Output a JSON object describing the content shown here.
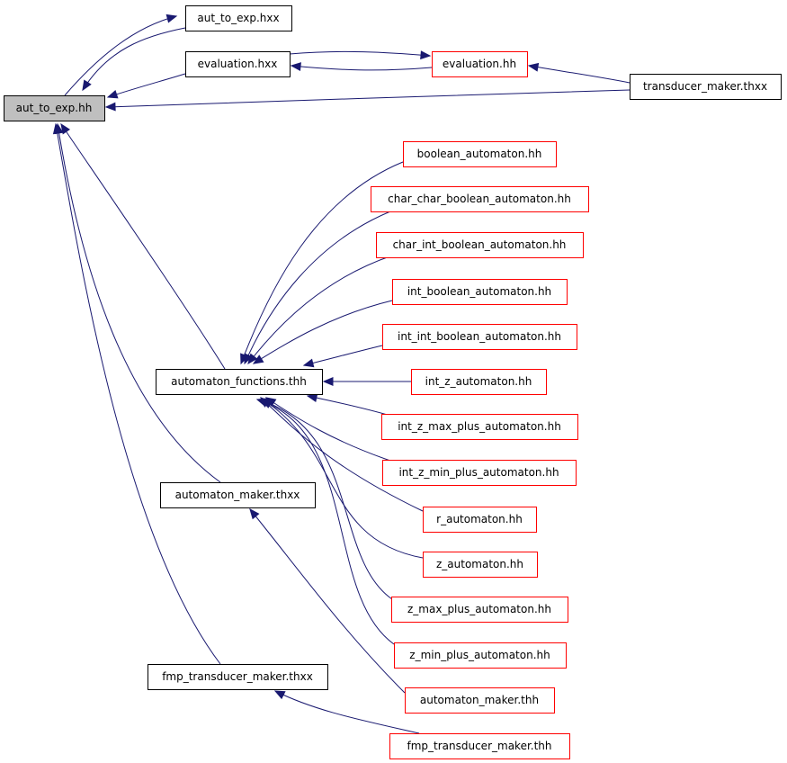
{
  "colors": {
    "edge": "#191970",
    "node_border_default": "#000000",
    "node_border_link": "#ff0000",
    "node_fill_default": "#ffffff",
    "node_fill_focus": "#bfbfbf"
  },
  "graph": {
    "focus_node": "aut_to_exp_hh",
    "nodes": [
      {
        "id": "aut_to_exp_hh",
        "label": "aut_to_exp.hh",
        "style": "focus"
      },
      {
        "id": "aut_to_exp_hxx",
        "label": "aut_to_exp.hxx",
        "style": "default"
      },
      {
        "id": "evaluation_hxx",
        "label": "evaluation.hxx",
        "style": "default"
      },
      {
        "id": "evaluation_hh",
        "label": "evaluation.hh",
        "style": "link"
      },
      {
        "id": "transducer_maker_thxx",
        "label": "transducer_maker.thxx",
        "style": "default"
      },
      {
        "id": "boolean_automaton_hh",
        "label": "boolean_automaton.hh",
        "style": "link"
      },
      {
        "id": "char_char_boolean_automaton_hh",
        "label": "char_char_boolean_automaton.hh",
        "style": "link"
      },
      {
        "id": "char_int_boolean_automaton_hh",
        "label": "char_int_boolean_automaton.hh",
        "style": "link"
      },
      {
        "id": "int_boolean_automaton_hh",
        "label": "int_boolean_automaton.hh",
        "style": "link"
      },
      {
        "id": "int_int_boolean_automaton_hh",
        "label": "int_int_boolean_automaton.hh",
        "style": "link"
      },
      {
        "id": "automaton_functions_thh",
        "label": "automaton_functions.thh",
        "style": "default"
      },
      {
        "id": "int_z_automaton_hh",
        "label": "int_z_automaton.hh",
        "style": "link"
      },
      {
        "id": "int_z_max_plus_automaton_hh",
        "label": "int_z_max_plus_automaton.hh",
        "style": "link"
      },
      {
        "id": "int_z_min_plus_automaton_hh",
        "label": "int_z_min_plus_automaton.hh",
        "style": "link"
      },
      {
        "id": "automaton_maker_thxx",
        "label": "automaton_maker.thxx",
        "style": "default"
      },
      {
        "id": "r_automaton_hh",
        "label": "r_automaton.hh",
        "style": "link"
      },
      {
        "id": "z_automaton_hh",
        "label": "z_automaton.hh",
        "style": "link"
      },
      {
        "id": "z_max_plus_automaton_hh",
        "label": "z_max_plus_automaton.hh",
        "style": "link"
      },
      {
        "id": "z_min_plus_automaton_hh",
        "label": "z_min_plus_automaton.hh",
        "style": "link"
      },
      {
        "id": "fmp_transducer_maker_thxx",
        "label": "fmp_transducer_maker.thxx",
        "style": "default"
      },
      {
        "id": "automaton_maker_thh",
        "label": "automaton_maker.thh",
        "style": "link"
      },
      {
        "id": "fmp_transducer_maker_thh",
        "label": "fmp_transducer_maker.thh",
        "style": "link"
      }
    ],
    "edges": [
      {
        "from": "aut_to_exp_hh",
        "to": "aut_to_exp_hxx"
      },
      {
        "from": "aut_to_exp_hxx",
        "to": "aut_to_exp_hh"
      },
      {
        "from": "evaluation_hxx",
        "to": "aut_to_exp_hh"
      },
      {
        "from": "evaluation_hxx",
        "to": "evaluation_hh"
      },
      {
        "from": "evaluation_hh",
        "to": "evaluation_hxx"
      },
      {
        "from": "transducer_maker_thxx",
        "to": "evaluation_hh"
      },
      {
        "from": "transducer_maker_thxx",
        "to": "aut_to_exp_hh"
      },
      {
        "from": "automaton_functions_thh",
        "to": "aut_to_exp_hh"
      },
      {
        "from": "automaton_maker_thxx",
        "to": "aut_to_exp_hh"
      },
      {
        "from": "fmp_transducer_maker_thxx",
        "to": "aut_to_exp_hh"
      },
      {
        "from": "boolean_automaton_hh",
        "to": "automaton_functions_thh"
      },
      {
        "from": "char_char_boolean_automaton_hh",
        "to": "automaton_functions_thh"
      },
      {
        "from": "char_int_boolean_automaton_hh",
        "to": "automaton_functions_thh"
      },
      {
        "from": "int_boolean_automaton_hh",
        "to": "automaton_functions_thh"
      },
      {
        "from": "int_int_boolean_automaton_hh",
        "to": "automaton_functions_thh"
      },
      {
        "from": "int_z_automaton_hh",
        "to": "automaton_functions_thh"
      },
      {
        "from": "int_z_max_plus_automaton_hh",
        "to": "automaton_functions_thh"
      },
      {
        "from": "int_z_min_plus_automaton_hh",
        "to": "automaton_functions_thh"
      },
      {
        "from": "r_automaton_hh",
        "to": "automaton_functions_thh"
      },
      {
        "from": "z_automaton_hh",
        "to": "automaton_functions_thh"
      },
      {
        "from": "z_max_plus_automaton_hh",
        "to": "automaton_functions_thh"
      },
      {
        "from": "z_min_plus_automaton_hh",
        "to": "automaton_functions_thh"
      },
      {
        "from": "automaton_maker_thh",
        "to": "automaton_maker_thxx"
      },
      {
        "from": "fmp_transducer_maker_thh",
        "to": "fmp_transducer_maker_thxx"
      }
    ]
  }
}
